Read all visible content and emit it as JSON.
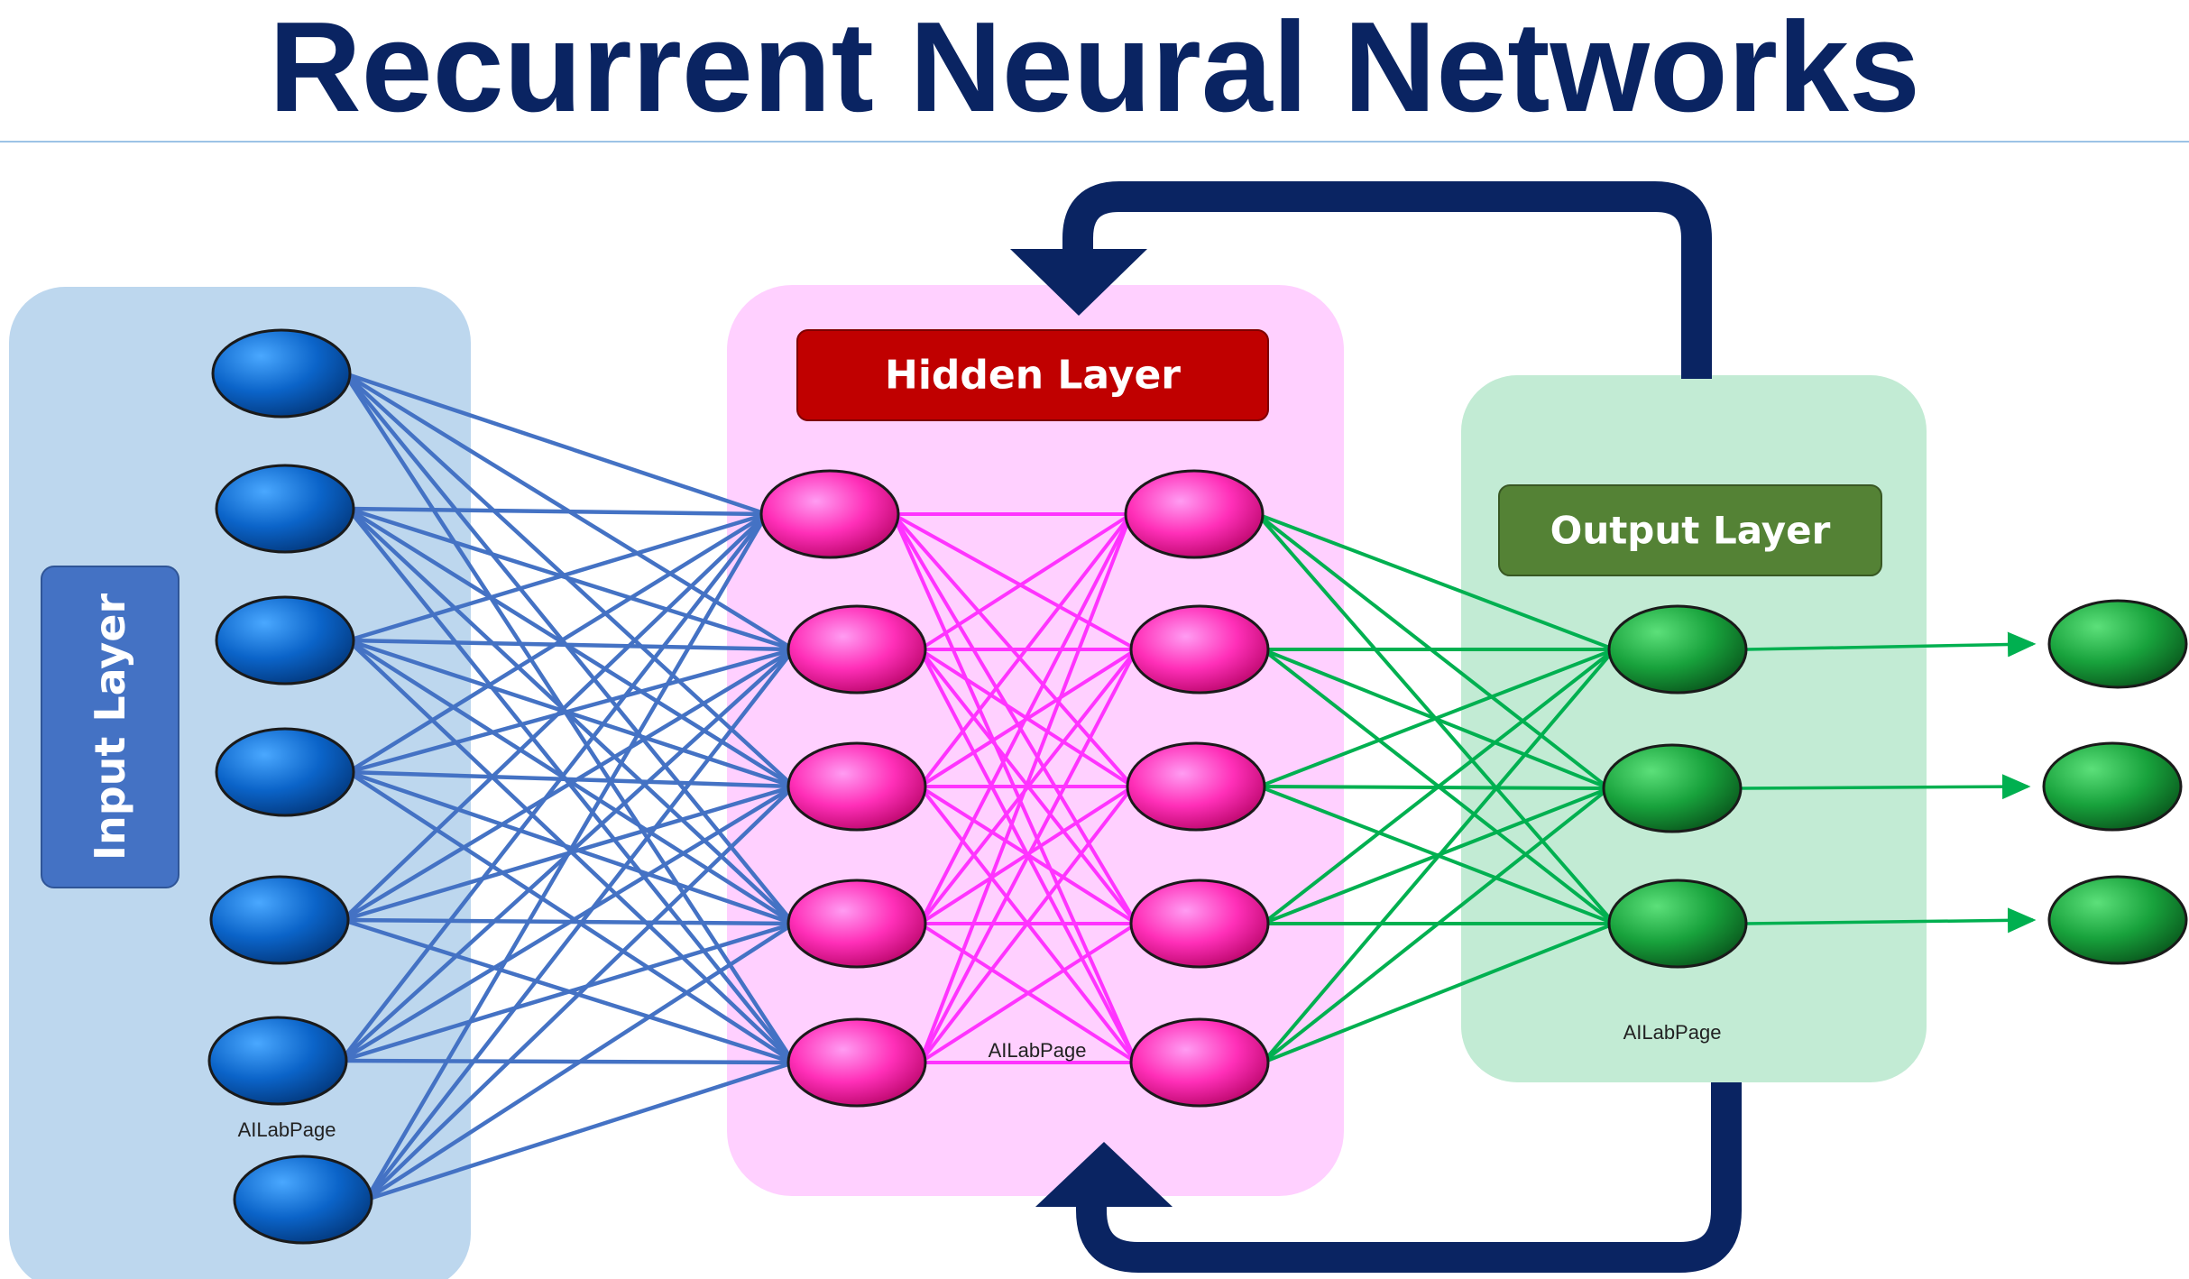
{
  "title": "Recurrent Neural Networks",
  "labels": {
    "input_layer": "Input Layer",
    "hidden_layer": "Hidden Layer",
    "output_layer": "Output Layer"
  },
  "watermarks": {
    "input": "AILabPage",
    "hidden": "AILabPage",
    "output": "AILabPage"
  },
  "colors": {
    "title": "#0a2462",
    "input_panel": "#bdd7ee",
    "hidden_panel": "#ffd0ff",
    "output_panel": "#c2ebd4",
    "input_label_box": "#4472c4",
    "hidden_label_box": "#c00000",
    "output_label_box": "#548235",
    "input_connections": "#4472c4",
    "hidden_connections": "#ff33ff",
    "output_connections": "#00b050",
    "loop_arrows": "#0a2462"
  },
  "layers": {
    "input_nodes": 7,
    "hidden_1_nodes": 5,
    "hidden_2_nodes": 5,
    "output_nodes": 3,
    "final_nodes": 3
  }
}
